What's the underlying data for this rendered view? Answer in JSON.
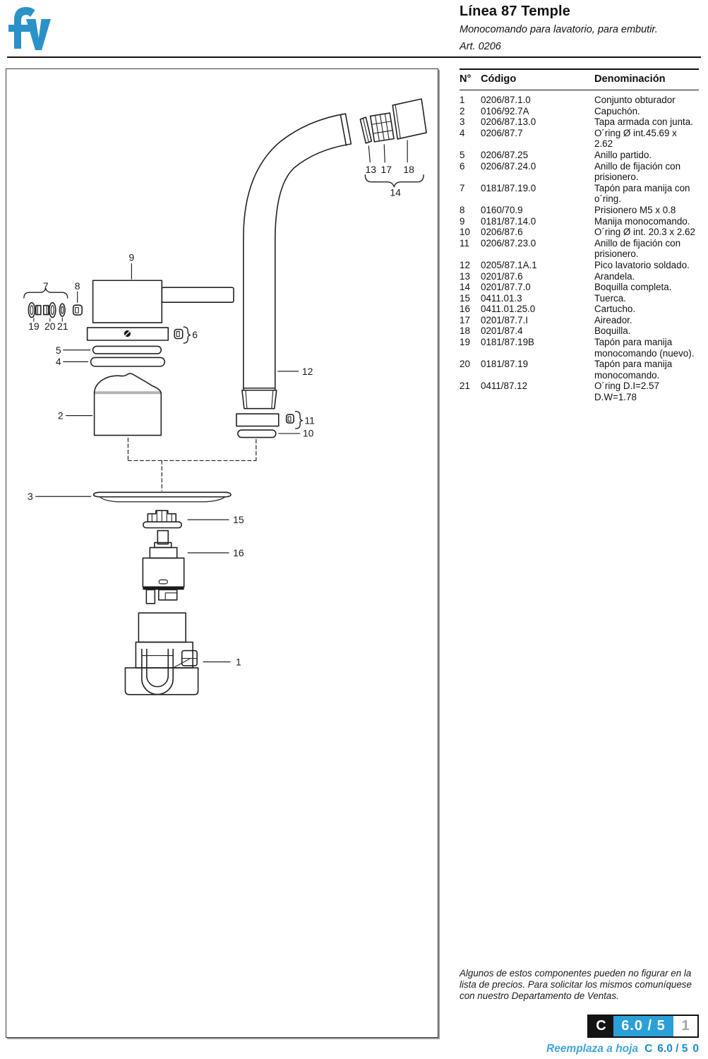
{
  "logo": {
    "text": "fv",
    "color": "#2b92c7"
  },
  "header": {
    "title": "Línea 87 Temple",
    "subtitle": "Monocomando para lavatorio, para embutir.",
    "article": "Art. 0206"
  },
  "table": {
    "headers": {
      "num": "N°",
      "code": "Código",
      "name": "Denominación"
    },
    "rows": [
      {
        "num": "1",
        "code": "0206/87.1.0",
        "name": "Conjunto obturador"
      },
      {
        "num": "2",
        "code": "0106/92.7A",
        "name": "Capuchón."
      },
      {
        "num": "3",
        "code": "0206/87.13.0",
        "name": "Tapa armada con junta."
      },
      {
        "num": "4",
        "code": "0206/87.7",
        "name": "O´ring Ø int.45.69 x 2.62"
      },
      {
        "num": "5",
        "code": "0206/87.25",
        "name": "Anillo partido."
      },
      {
        "num": "6",
        "code": "0206/87.24.0",
        "name": "Anillo de fijación con prisionero."
      },
      {
        "num": "7",
        "code": "0181/87.19.0",
        "name": "Tapón para manija con o´ring."
      },
      {
        "num": "8",
        "code": "0160/70.9",
        "name": "Prisionero M5 x 0.8"
      },
      {
        "num": "9",
        "code": "0181/87.14.0",
        "name": "Manija monocomando."
      },
      {
        "num": "10",
        "code": "0206/87.6",
        "name": "O´ring Ø int. 20.3 x 2.62"
      },
      {
        "num": "11",
        "code": "0206/87.23.0",
        "name": "Anillo de fijación con prisionero."
      },
      {
        "num": "12",
        "code": "0205/87.1A.1",
        "name": "Pico lavatorio soldado."
      },
      {
        "num": "13",
        "code": "0201/87.6",
        "name": "Arandela."
      },
      {
        "num": "14",
        "code": "0201/87.7.0",
        "name": "Boquilla completa."
      },
      {
        "num": "15",
        "code": "0411.01.3",
        "name": "Tuerca."
      },
      {
        "num": "16",
        "code": "0411.01.25.0",
        "name": "Cartucho."
      },
      {
        "num": "17",
        "code": "0201/87.7.I",
        "name": "Aireador."
      },
      {
        "num": "18",
        "code": "0201/87.4",
        "name": "Boquilla."
      },
      {
        "num": "19",
        "code": "0181/87.19B",
        "name": "Tapón para manija monocomando (nuevo)."
      },
      {
        "num": "20",
        "code": "0181/87.19",
        "name": "Tapón para manija monocomando."
      },
      {
        "num": "21",
        "code": "0411/87.12",
        "name": "O´ring D.I=2.57 D.W=1.78"
      }
    ]
  },
  "diagram": {
    "labels": [
      "1",
      "2",
      "3",
      "4",
      "5",
      "6",
      "7",
      "8",
      "9",
      "10",
      "11",
      "12",
      "13",
      "14",
      "15",
      "16",
      "17",
      "18",
      "19",
      "20",
      "21"
    ]
  },
  "footnote": "Algunos de estos componentes pueden no figurar en la lista de precios. Para solicitar los mismos comuníquese con nuestro Departamento de Ventas.",
  "sheet_code": {
    "letter": "C",
    "number": "6.0 / 5",
    "revision": "1"
  },
  "replaces": {
    "label": "Reemplaza a hoja",
    "letter": "C",
    "number": "6.0 / 5",
    "revision": "0"
  },
  "colors": {
    "accent_blue": "#2b92c7",
    "box_blue": "#2b9fd8",
    "revision_gray": "#a2a6a9",
    "text_black": "#111111"
  }
}
